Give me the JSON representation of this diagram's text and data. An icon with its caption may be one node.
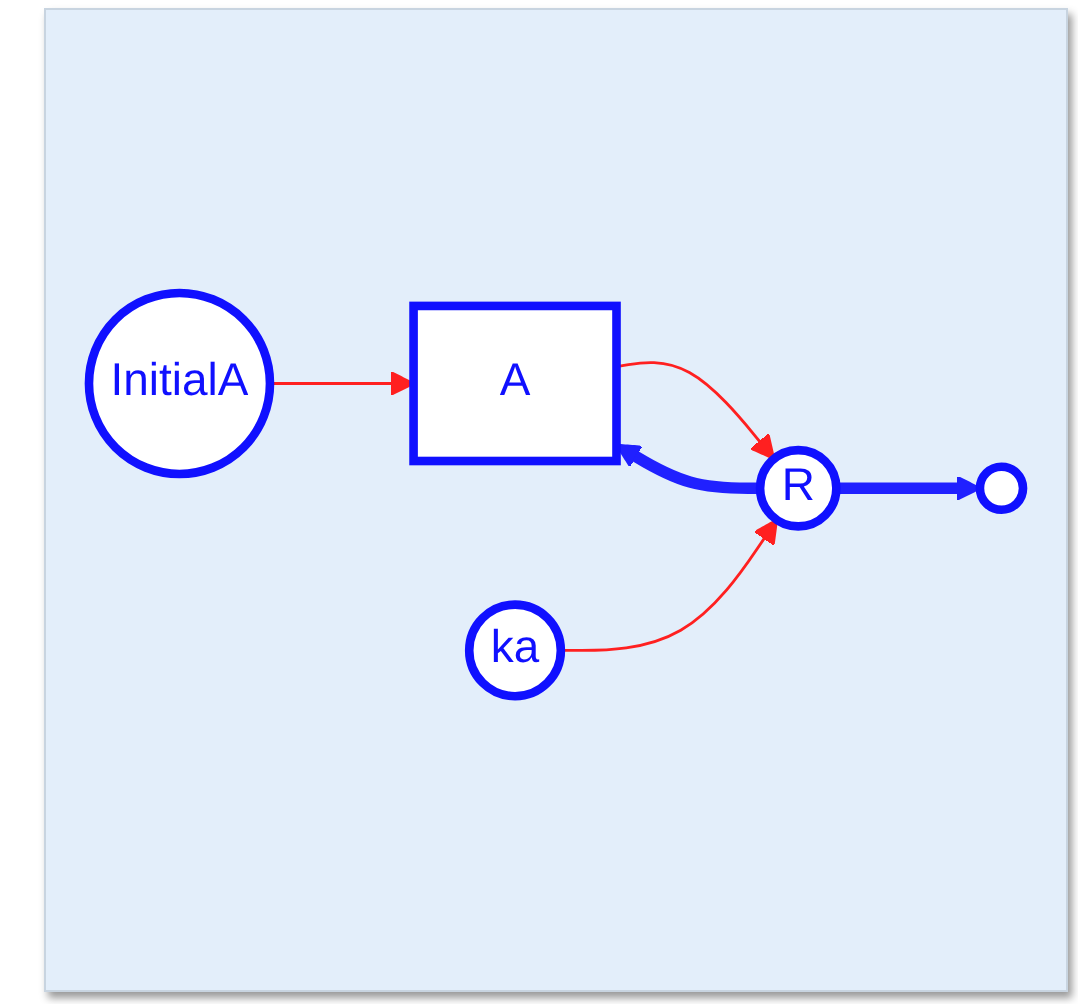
{
  "diagram": {
    "nodes": [
      {
        "text": [
          "A"
        ]
      },
      {
        "text": [
          "R"
        ]
      },
      {
        "text": [
          "ka"
        ]
      },
      {
        "text": [],
        "shape": "circle"
      },
      {
        "text": [
          "InitialA"
        ]
      }
    ],
    "edges": [
      {
        "from": 0,
        "to": 1,
        "arrow": "to",
        "color": "#ff2020"
      },
      {
        "from": 2,
        "to": 1,
        "arrow": "to",
        "color": "#ff2020"
      },
      {
        "from": 4,
        "to": 0,
        "arrow": "to",
        "color": "#ff2020"
      },
      {
        "from": 1,
        "to": 0,
        "arrow": "to",
        "style": "thick",
        "color": "#2020ff"
      },
      {
        "from": 1,
        "to": 3,
        "arrow": "to",
        "style": "thick",
        "color": "#2020ff"
      }
    ]
  }
}
